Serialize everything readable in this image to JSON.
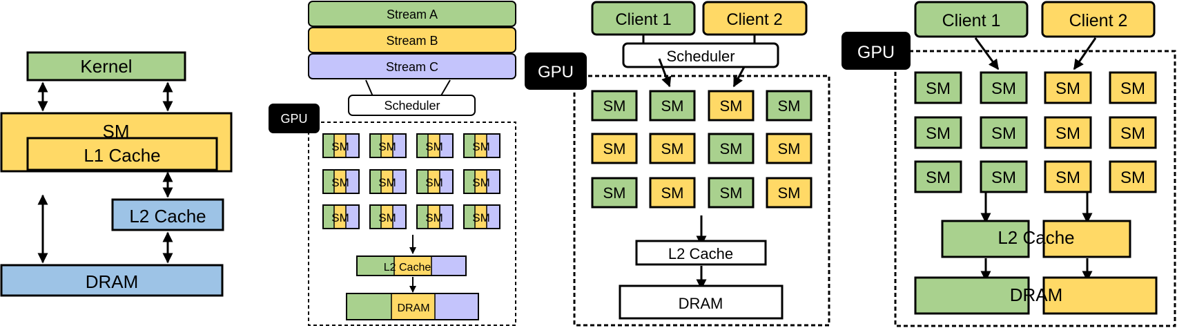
{
  "colors": {
    "green": "#a9d18e",
    "yellow": "#ffd966",
    "purple": "#c4c4fc",
    "blue": "#9dc3e6",
    "black": "#000000",
    "white": "#ffffff"
  },
  "panel1": {
    "kernel": "Kernel",
    "sm": "SM",
    "l1_cache": "L1 Cache",
    "l2_cache": "L2 Cache",
    "dram": "DRAM"
  },
  "panel2": {
    "stream_a": "Stream A",
    "stream_b": "Stream B",
    "stream_c": "Stream C",
    "scheduler": "Scheduler",
    "gpu": "GPU",
    "sm": "SM",
    "l2_cache": "L2 Cache",
    "dram": "DRAM"
  },
  "panel3": {
    "client1": "Client 1",
    "client2": "Client 2",
    "scheduler": "Scheduler",
    "gpu": "GPU",
    "sm": "SM",
    "l2_cache": "L2 Cache",
    "dram": "DRAM"
  },
  "panel4": {
    "client1": "Client 1",
    "client2": "Client 2",
    "gpu": "GPU",
    "sm": "SM",
    "l2_cache": "L2 Cache",
    "dram": "DRAM"
  }
}
